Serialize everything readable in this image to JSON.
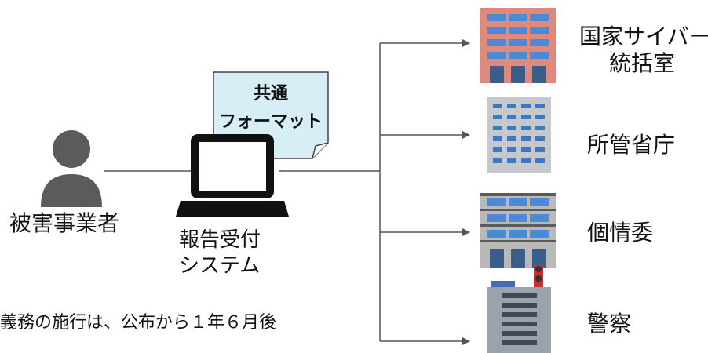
{
  "victim_label": "被害事業者",
  "system_label_line1": "報告受付",
  "system_label_line2": "システム",
  "document_line1": "共通",
  "document_line2": "フォーマット",
  "note_text": "義務の施行は、公布から１年６月後",
  "recipients": [
    {
      "line1": "国家サイバー",
      "line2": "統括室"
    },
    {
      "line1": "所管省庁"
    },
    {
      "line1": "個情委"
    },
    {
      "line1": "警察"
    }
  ],
  "colors": {
    "line": "#555555",
    "person": "#5b5b5b",
    "document_fill": "#d7eef7",
    "laptop": "#111111",
    "building_brick": "#e08a7c",
    "building_gray": "#b9b9b9",
    "window_blue": "#4a8ad6",
    "window_navy": "#3a5d8c"
  },
  "icons": [
    "person-icon",
    "laptop-icon",
    "document-icon",
    "building-icon"
  ]
}
